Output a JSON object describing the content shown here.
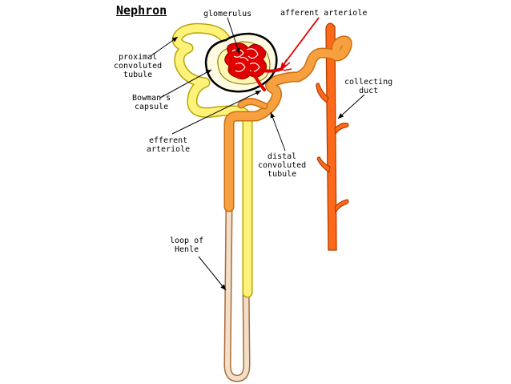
{
  "title": "Nephron",
  "labels": {
    "glomerulus": "glomerulus",
    "afferent_arteriole": "afferent arteriole",
    "proximal_convoluted_tubule": [
      "proximal",
      "convoluted",
      "tubule"
    ],
    "bowmans_capsule": [
      "Bowman's",
      "capsule"
    ],
    "efferent_arteriole": [
      "efferent",
      "arteriole"
    ],
    "distal_convoluted_tubule": [
      "distal",
      "convoluted",
      "tubule"
    ],
    "collecting_duct": [
      "collecting",
      "duct"
    ],
    "loop_of_henle": [
      "loop of",
      "Henle"
    ]
  },
  "colors": {
    "proximal_tubule": "#fff27a",
    "proximal_outline": "#b8a600",
    "distal_tubule": "#f7a040",
    "distal_outline": "#c86f10",
    "collecting_duct": "#ff6a1a",
    "collecting_outline": "#b33c00",
    "glomerulus": "#e00000",
    "capsule_fill": "#fffbe0",
    "thin_limb": "#f3dfc8"
  }
}
